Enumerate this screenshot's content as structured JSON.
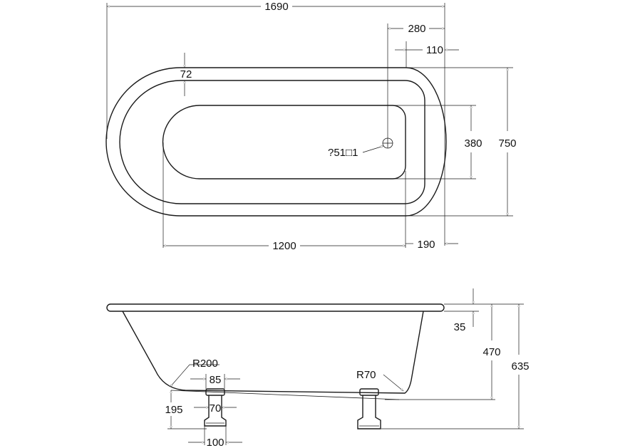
{
  "top_view": {
    "dims": {
      "overall_length": "1690",
      "waste_offset": "280",
      "rim_offset": "110",
      "rim_width": "72",
      "basin_width": "380",
      "overall_width": "750",
      "waste_label": "?51□1",
      "basin_length": "1200",
      "end_offset": "190"
    }
  },
  "side_view": {
    "dims": {
      "rim_thickness": "35",
      "depth": "470",
      "total_height": "635",
      "radius_large": "R200",
      "radius_small": "R70",
      "foot_top_width": "85",
      "foot_base_height": "195",
      "foot_mid_width": "70",
      "foot_bottom_width": "100"
    }
  }
}
